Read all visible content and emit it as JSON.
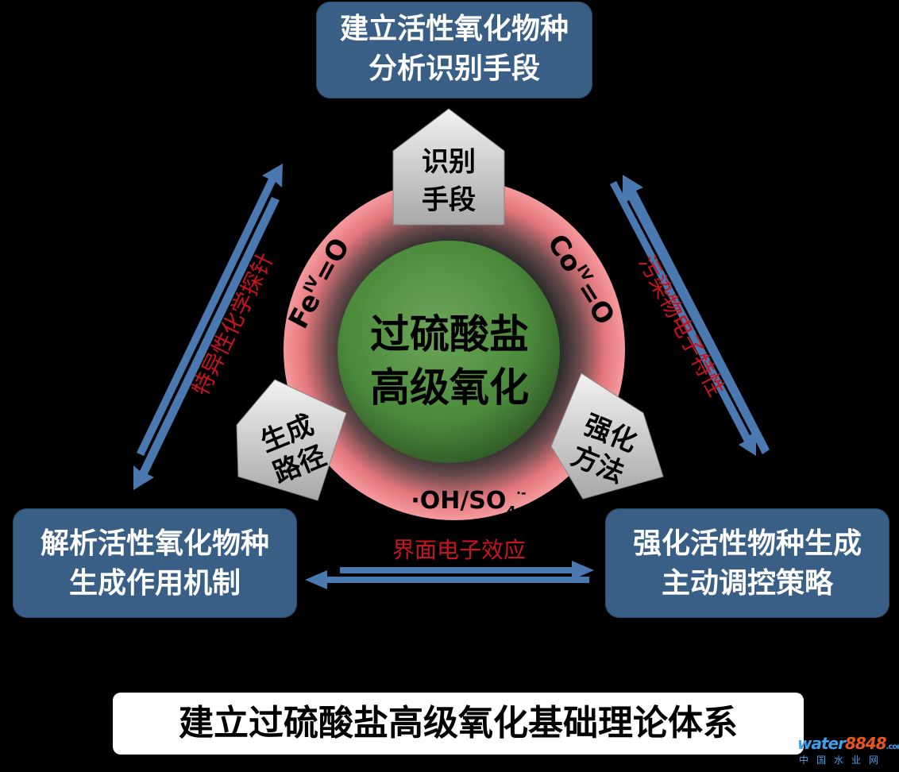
{
  "boxes": {
    "top": [
      "建立活性氧化物种",
      "分析识别手段"
    ],
    "left": [
      "解析活性氧化物种",
      "生成作用机制"
    ],
    "right": [
      "强化活性物种生成",
      "主动调控策略"
    ]
  },
  "center": [
    "过硫酸盐",
    "高级氧化"
  ],
  "ring_labels": {
    "upper_left": "Feᴵⱽ=O",
    "upper_left_base": "Fe",
    "upper_left_sup": "IV",
    "upper_left_tail": "=O",
    "upper_right_base": "Co",
    "upper_right_sup": "IV",
    "upper_right_tail": "=O",
    "bottom_base": "·OH/SO",
    "bottom_sub": "4",
    "bottom_sup": "·-"
  },
  "pointers": {
    "top": [
      "识别",
      "手段"
    ],
    "left": [
      "生成",
      "路径"
    ],
    "right": [
      "强化",
      "方法"
    ]
  },
  "arrow_labels": {
    "left": "特异性化学探针",
    "right": "污染物电子特性",
    "bottom": "界面电子效应"
  },
  "bottom_title": "建立过硫酸盐高级氧化基础理论体系",
  "watermark": {
    "brand_text": "water",
    "brand_num": "8848",
    "brand_tld": ".com",
    "sub": "中国水业网"
  },
  "colors": {
    "box_fill": "#3a5f86",
    "arrow": "#4a78b0",
    "label_red": "#c8141e",
    "ring_pink": "#f07a80",
    "center_green": "#4a8a3a",
    "pointer_gray": "#cfcfcf"
  }
}
